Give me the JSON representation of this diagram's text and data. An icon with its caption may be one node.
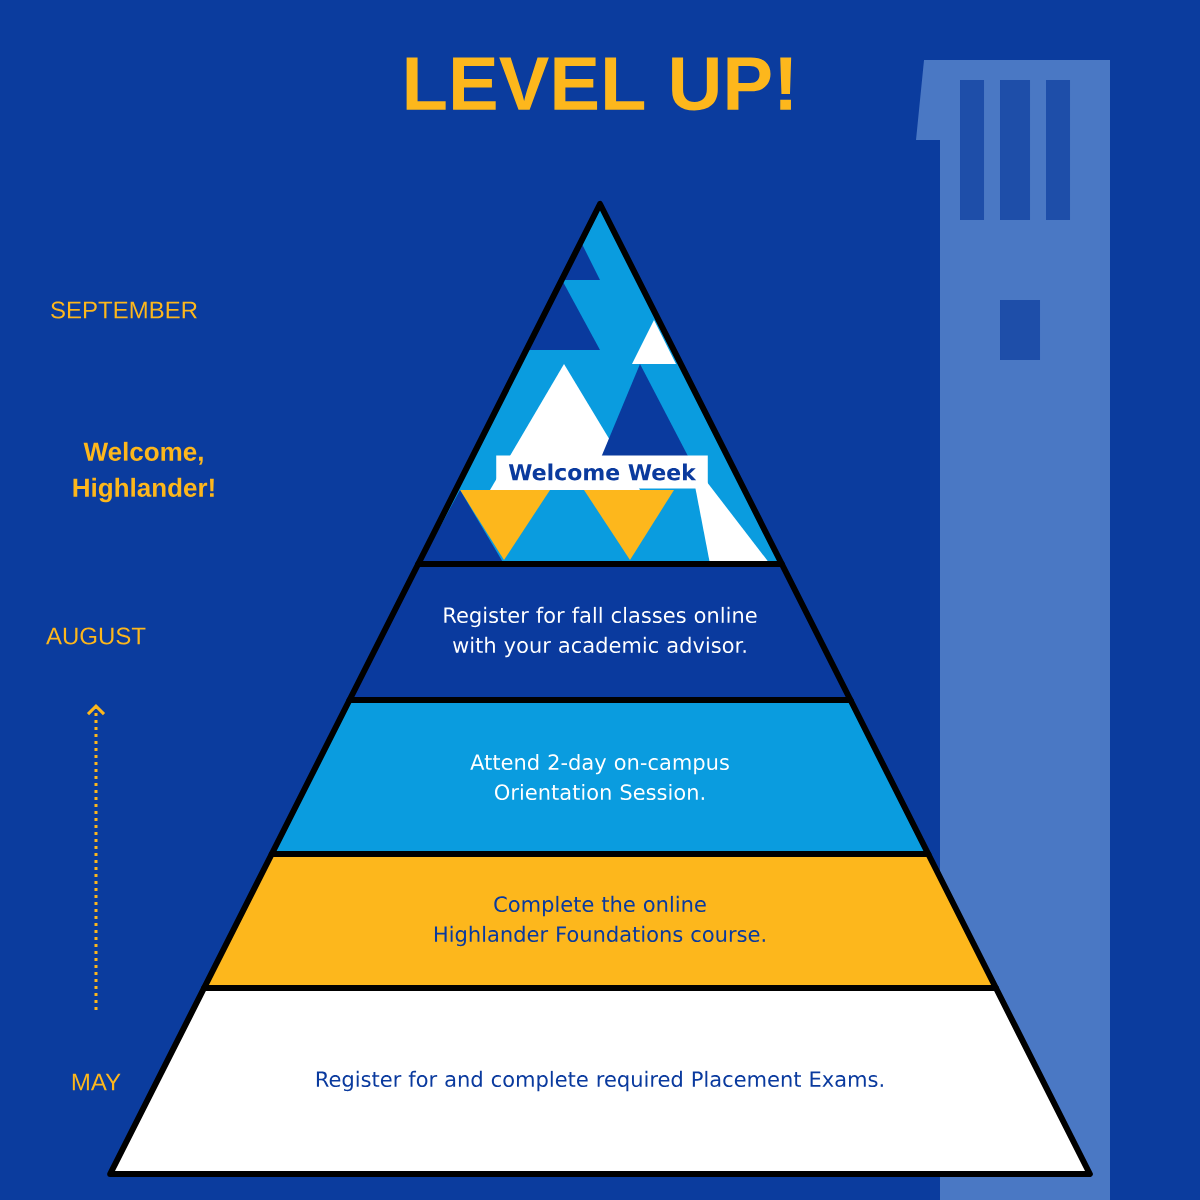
{
  "diagram": {
    "title": "LEVEL UP!",
    "nodes": [
      {
        "text": [
          "Welcome Week"
        ]
      },
      {
        "text": [
          "Register for fall classes online with your academic advisor."
        ]
      },
      {
        "text": [
          "Attend 2-day on-campus Orientation Session."
        ]
      },
      {
        "text": [
          "Complete the online Highlander Foundations course."
        ]
      },
      {
        "text": [
          "Register for and complete required Placement Exams."
        ]
      }
    ],
    "labels": [
      "SEPTEMBER",
      "Welcome, Highlander!",
      "AUGUST",
      "MAY"
    ]
  }
}
